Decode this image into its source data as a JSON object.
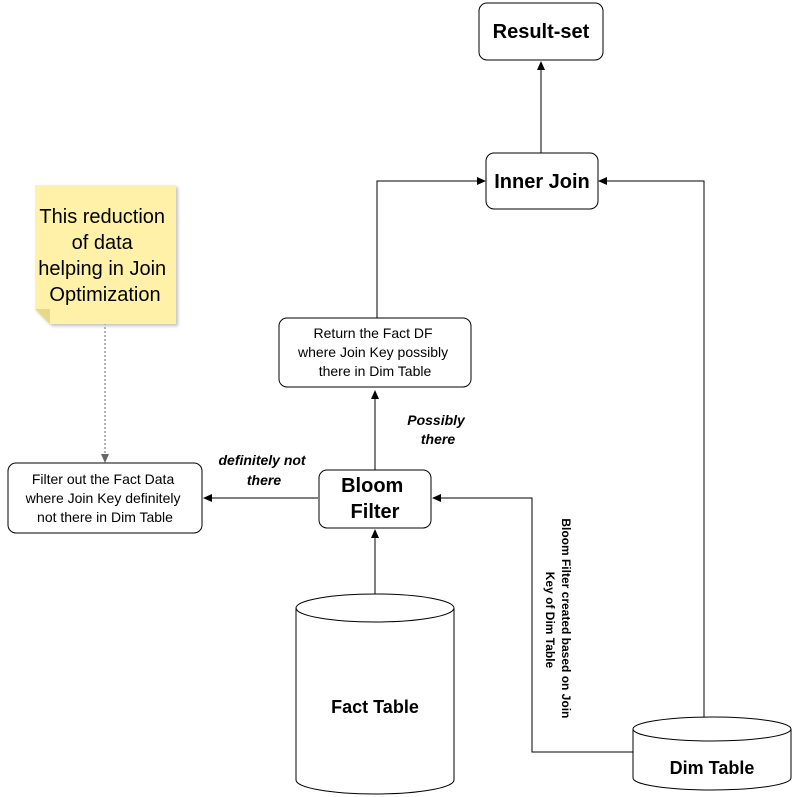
{
  "nodes": {
    "result_set": "Result-set",
    "inner_join": "Inner Join",
    "return_fact_df": [
      "Return the Fact DF",
      "where Join Key possibly",
      "there in Dim Table"
    ],
    "bloom_filter": [
      "Bloom",
      "Filter"
    ],
    "filter_out": [
      "Filter out the Fact Data",
      "where Join Key definitely",
      "not there in Dim Table"
    ],
    "fact_table": "Fact Table",
    "dim_table": "Dim Table"
  },
  "note": {
    "lines": [
      "This reduction",
      "of data",
      "helping in Join",
      "Optimization"
    ]
  },
  "edge_labels": {
    "possibly_there": [
      "Possibly",
      "there"
    ],
    "definitely_not_there": [
      "definitely not",
      "there"
    ],
    "bloom_created": [
      "Bloom Filter created based on Join",
      "Key of Dim Table"
    ]
  },
  "colors": {
    "note_fill": "#fff2a8",
    "stroke": "#000000",
    "connector_dashed": "#666666"
  }
}
